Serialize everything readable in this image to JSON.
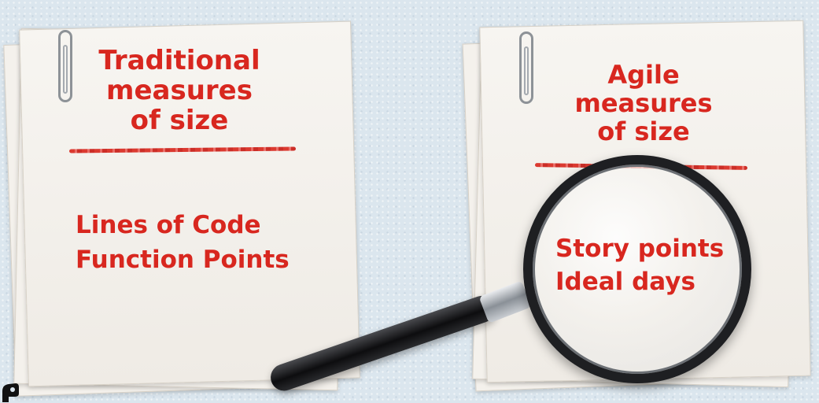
{
  "left_note": {
    "title_lines": [
      "Traditional",
      "measures",
      "of size"
    ],
    "items": [
      "Lines of Code",
      "Function Points"
    ]
  },
  "right_note": {
    "title_lines": [
      "Agile",
      "measures",
      "of size"
    ],
    "items": [
      "Story points",
      "Ideal days"
    ]
  },
  "colors": {
    "ink": "#d8271f",
    "paper": "#f4f1ec",
    "background": "#dbe6ee",
    "magnifier_rim": "#1e1f22"
  },
  "icons": {
    "clip": "paperclip-icon",
    "magnifier": "magnifying-glass-icon"
  }
}
